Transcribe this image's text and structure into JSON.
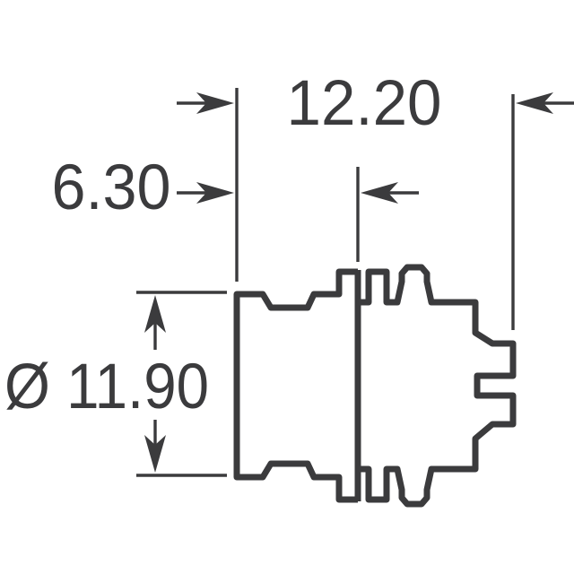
{
  "drawing": {
    "background_color": "#ffffff",
    "line_color": "#3b3b3d",
    "dimensions": {
      "overall_width": {
        "value": "12.20"
      },
      "bushing_length": {
        "value": "6.30"
      },
      "diameter": {
        "value": "Ø 11.90"
      }
    }
  }
}
